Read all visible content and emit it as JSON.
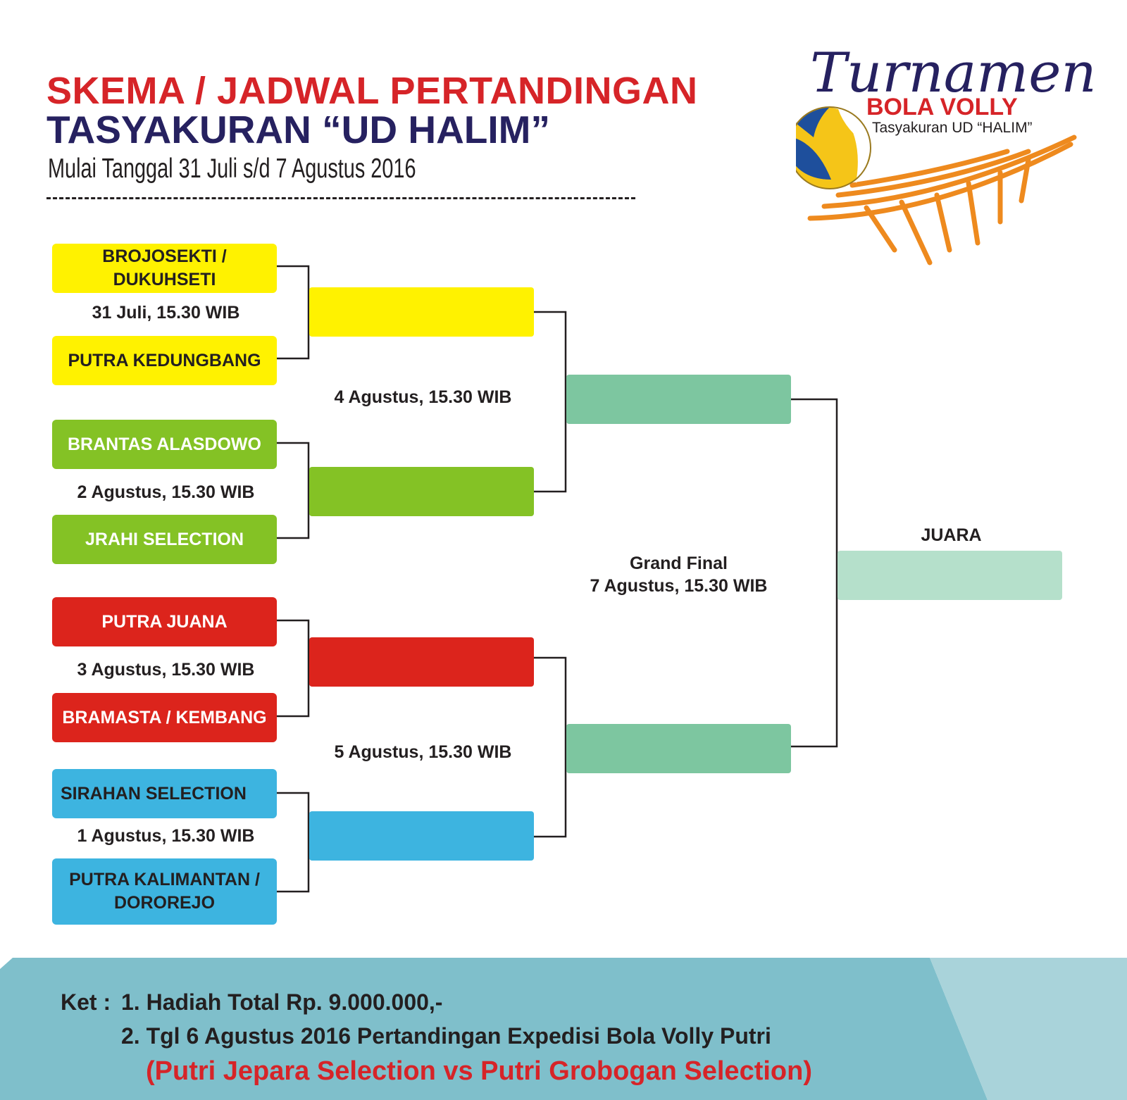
{
  "header": {
    "title_line1": "SKEMA / JADWAL PERTANDINGAN",
    "title_line2": "TASYAKURAN “UD HALIM”",
    "subtitle": "Mulai Tanggal 31 Juli s/d 7 Agustus 2016"
  },
  "logo": {
    "script_text": "Turnamen",
    "main_text": "BOLA VOLLY",
    "sub_text": "Tasyakuran UD “HALIM”"
  },
  "bracket": {
    "round1": [
      {
        "team_a": "BROJOSEKTI / DUKUHSETI",
        "team_b": "PUTRA KEDUNGBANG",
        "schedule": "31 Juli, 15.30 WIB",
        "color": "#fff200",
        "text_color": "#231f20"
      },
      {
        "team_a": "BRANTAS ALASDOWO",
        "team_b": "JRAHI SELECTION",
        "schedule": "2 Agustus, 15.30 WIB",
        "color": "#84c225",
        "text_color": "#ffffff"
      },
      {
        "team_a": "PUTRA JUANA",
        "team_b": "BRAMASTA / KEMBANG",
        "schedule": "3 Agustus, 15.30 WIB",
        "color": "#dc241c",
        "text_color": "#ffffff"
      },
      {
        "team_a": "SIRAHAN SELECTION",
        "team_b_line1": "PUTRA KALIMANTAN /",
        "team_b_line2": "DOROREJO",
        "schedule": "1 Agustus, 15.30 WIB",
        "color": "#3db4e0",
        "text_color": "#231f20"
      }
    ],
    "semifinal": [
      {
        "schedule": "4 Agustus, 15.30 WIB",
        "color": "#7dc6a0"
      },
      {
        "schedule": "5 Agustus, 15.30 WIB",
        "color": "#7dc6a0"
      }
    ],
    "final": {
      "name": "Grand Final",
      "schedule": "7 Agustus, 15.30 WIB"
    },
    "champion": {
      "label": "JUARA",
      "color": "#b5e0cb"
    },
    "line_color": "#231f20"
  },
  "notes": {
    "prefix": "Ket :",
    "item1": "1. Hadiah Total Rp. 9.000.000,-",
    "item2": "2. Tgl 6 Agustus 2016 Pertandingan Expedisi Bola Volly Putri",
    "item2_detail": "(Putri Jepara Selection vs Putri Grobogan Selection)"
  },
  "colors": {
    "title_red": "#d62428",
    "title_navy": "#262160",
    "footer_teal": "#7fbfcb",
    "footer_light": "#a9d3da",
    "net_orange": "#ee8a1e"
  }
}
